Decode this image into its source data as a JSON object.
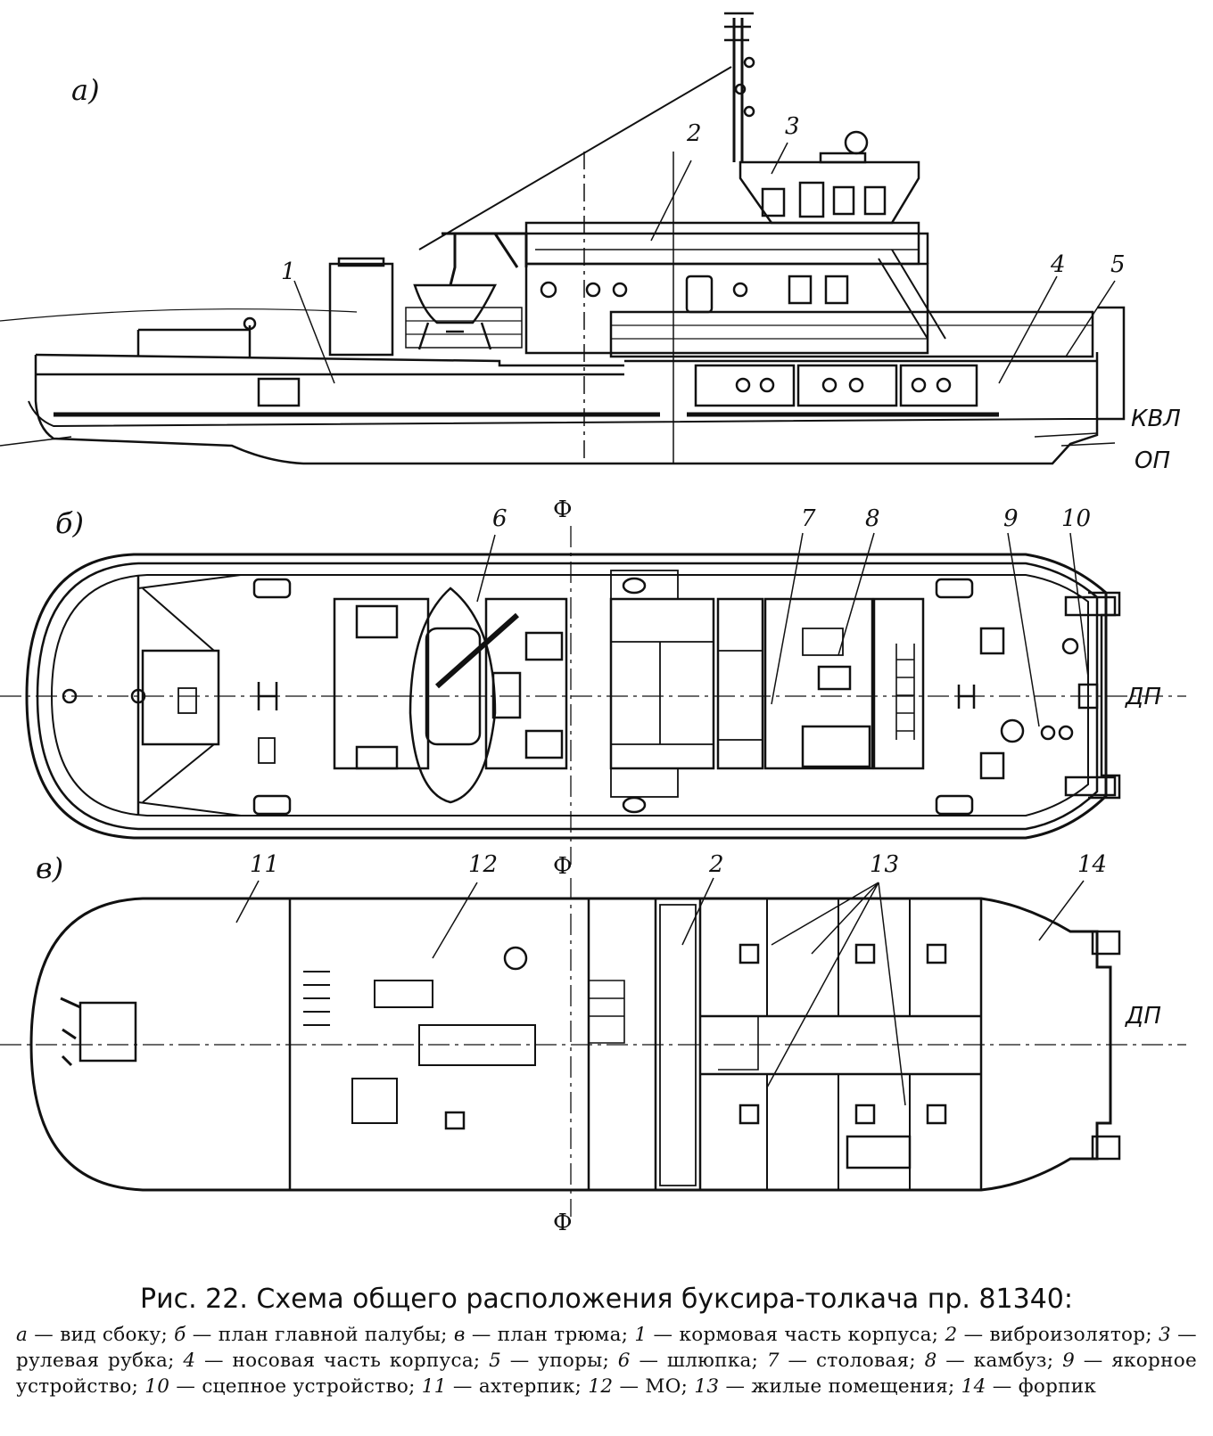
{
  "views": {
    "a": "а)",
    "b": "б)",
    "c": "в)"
  },
  "callouts": {
    "n1": "1",
    "n2": "2",
    "n3": "3",
    "n4": "4",
    "n5": "5",
    "n6": "6",
    "n7": "7",
    "n8": "8",
    "n9": "9",
    "n10": "10",
    "n11": "11",
    "n12": "12",
    "n2b": "2",
    "n13": "13",
    "n14": "14"
  },
  "markings": {
    "kvl": "КВЛ",
    "op": "ОП",
    "dp": "ДП",
    "midship": "Ф"
  },
  "caption": {
    "title": "Рис. 22. Схема общего расположения буксира-толкача пр. 81340:",
    "legend": [
      {
        "key": "а",
        "text": "вид сбоку;"
      },
      {
        "key": "б",
        "text": "план главной палубы;"
      },
      {
        "key": "в",
        "text": "план трюма;"
      },
      {
        "key": "1",
        "text": "кормовая часть корпуса;"
      },
      {
        "key": "2",
        "text": "виброизолятор;"
      },
      {
        "key": "3",
        "text": "рулевая рубка;"
      },
      {
        "key": "4",
        "text": "носовая часть корпуса;"
      },
      {
        "key": "5",
        "text": "упоры;"
      },
      {
        "key": "6",
        "text": "шлюпка;"
      },
      {
        "key": "7",
        "text": "столовая;"
      },
      {
        "key": "8",
        "text": "камбуз;"
      },
      {
        "key": "9",
        "text": "якорное устройство;"
      },
      {
        "key": "10",
        "text": "сцепное устройство;"
      },
      {
        "key": "11",
        "text": "ахтерпик;"
      },
      {
        "key": "12",
        "text": "МО;"
      },
      {
        "key": "13",
        "text": "жилые помещения;"
      },
      {
        "key": "14",
        "text": "форпик"
      }
    ]
  }
}
